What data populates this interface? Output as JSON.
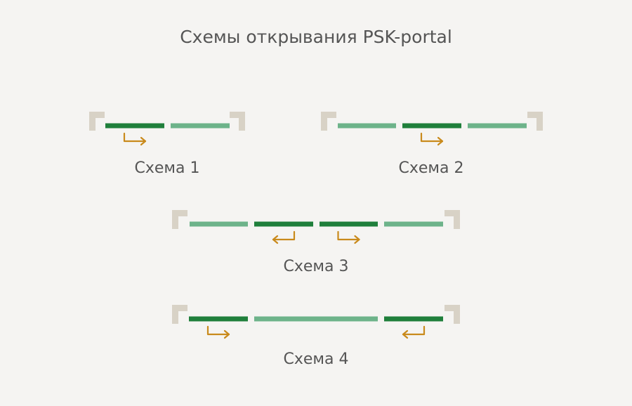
{
  "title": "Схемы открывания PSK-portal",
  "colors": {
    "background": "#f5f4f2",
    "frame": "#d8d2c6",
    "frame_inner": "#ffffff",
    "active_sash": "#1f7f3b",
    "fixed_sash": "#6db38a",
    "arrow": "#c98a1c",
    "text": "#555555"
  },
  "schemes": [
    {
      "label": "Схема 1",
      "sashes": [
        "active",
        "fixed"
      ],
      "arrows": [
        {
          "sash": 0,
          "direction": "right"
        }
      ]
    },
    {
      "label": "Схема 2",
      "sashes": [
        "fixed",
        "active",
        "fixed"
      ],
      "arrows": [
        {
          "sash": 1,
          "direction": "right"
        }
      ]
    },
    {
      "label": "Схема 3",
      "sashes": [
        "fixed",
        "active",
        "active",
        "fixed"
      ],
      "arrows": [
        {
          "sash": 1,
          "direction": "left"
        },
        {
          "sash": 2,
          "direction": "right"
        }
      ]
    },
    {
      "label": "Схема 4",
      "sashes": [
        "active",
        "fixed",
        "active"
      ],
      "arrows": [
        {
          "sash": 0,
          "direction": "right"
        },
        {
          "sash": 2,
          "direction": "left"
        }
      ]
    }
  ]
}
